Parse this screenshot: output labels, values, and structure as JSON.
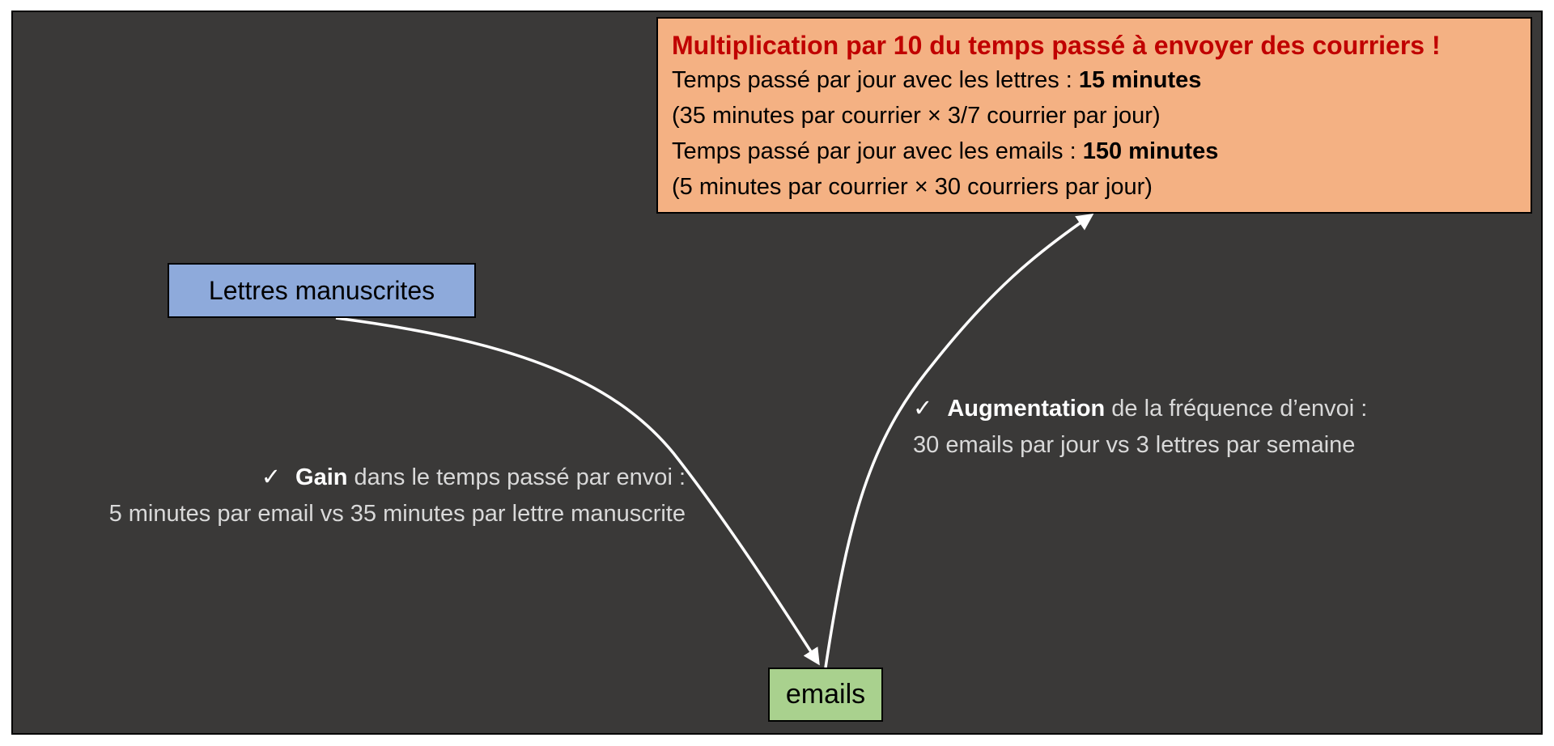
{
  "colors": {
    "background": "#3a3938",
    "lettres_box": "#8eaadb",
    "emails_box": "#a9d18e",
    "result_box": "#f4b183",
    "result_title": "#c00000",
    "arrow": "#ffffff",
    "note_text": "#d9d9d9"
  },
  "nodes": {
    "lettres": "Lettres manuscrites",
    "emails": "emails"
  },
  "result": {
    "title": "Multiplication par 10 du temps passé à envoyer des courriers !",
    "line1_prefix": "Temps passé par jour avec les lettres : ",
    "line1_value": "15 minutes",
    "line2": "(35 minutes par courrier × 3/7 courrier par jour)",
    "line3_prefix": "Temps passé par jour avec les emails : ",
    "line3_value": "150 minutes",
    "line4": "(5 minutes par courrier × 30 courriers par jour)"
  },
  "notes": {
    "gain": {
      "check": "✓",
      "keyword": "Gain",
      "rest": " dans le temps passé par envoi :",
      "line2": "5 minutes par email vs 35 minutes par lettre manuscrite"
    },
    "augmentation": {
      "check": "✓",
      "keyword": "Augmentation",
      "rest": " de la fréquence d’envoi :",
      "line2": "30 emails par jour vs 3 lettres par semaine"
    }
  }
}
